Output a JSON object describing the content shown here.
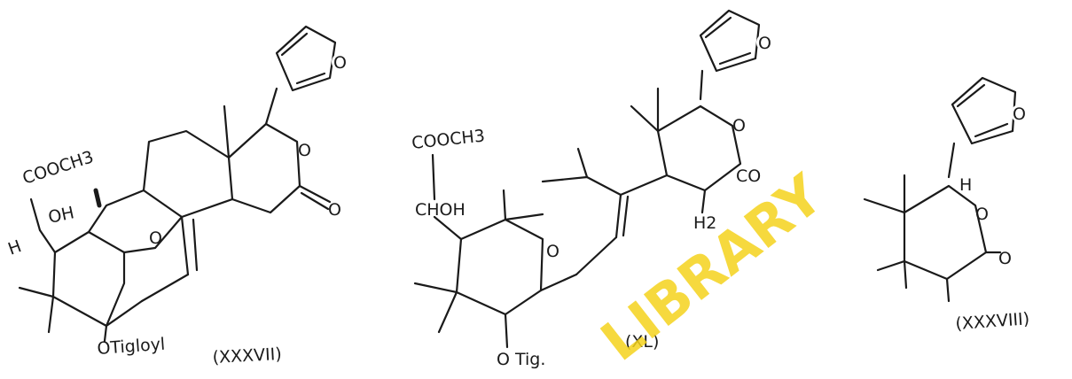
{
  "watermark": "LIBRARY",
  "structure_left": {
    "label": "(XXXVII)",
    "coocH3": "COOCH3",
    "h": "H",
    "oh": "OH",
    "ring_o": "O",
    "lactone_o": "O",
    "carbonyl_o": "O",
    "keto_o": "O",
    "otigloyl": "OTigloyl"
  },
  "structure_middle": {
    "label": "(XL)",
    "cooch3": "COOCH3",
    "choh": "CHOH",
    "otig": "O Tig.",
    "h2": "H2",
    "furan_o": "O",
    "lactone_o": "O",
    "co": "CO",
    "ketone_o": "O"
  },
  "structure_right": {
    "label": "(XXXVIII)",
    "furan_o": "O",
    "lactone_o": "O",
    "carbonyl_o": "O",
    "h": "H"
  }
}
